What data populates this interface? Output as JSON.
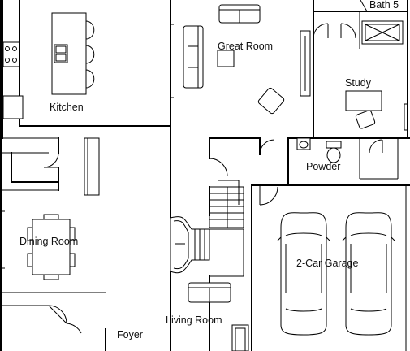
{
  "rooms": {
    "bath5": "Bath 5",
    "great_room": "Great Room",
    "kitchen": "Kitchen",
    "study": "Study",
    "powder": "Powder",
    "dining_room": "Dining Room",
    "two_car_garage": "2-Car Garage",
    "living_room": "Living Room",
    "foyer": "Foyer"
  },
  "icons": {
    "door": "door-swing-icon",
    "sofa": "sofa-icon",
    "chair": "armchair-icon",
    "car": "car-icon",
    "toilet": "toilet-icon",
    "stove": "stove-icon",
    "sink": "sink-icon",
    "bathtub": "bathtub-icon",
    "stairs": "stairs-icon"
  }
}
